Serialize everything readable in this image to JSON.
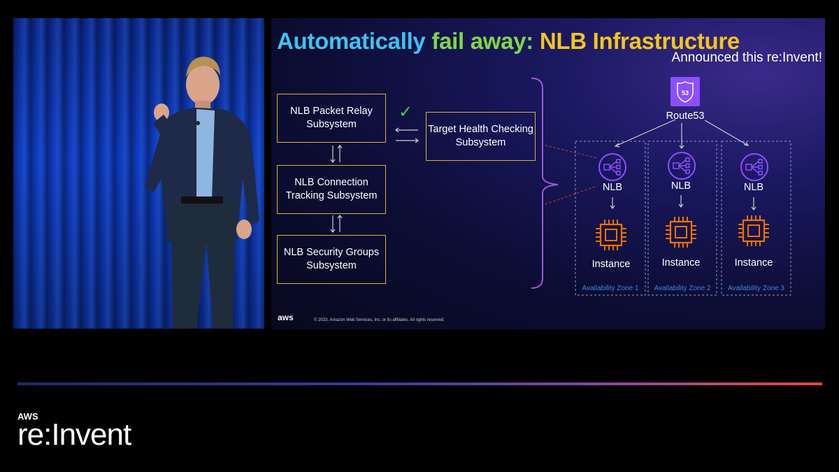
{
  "slide": {
    "title_part1": "Automatically",
    "title_part2": "fail away:",
    "title_part3": "NLB Infrastructure",
    "announcement": "Announced this re:Invent!",
    "boxes": {
      "packet_relay": "NLB Packet Relay Subsystem",
      "connection_tracking": "NLB Connection Tracking Subsystem",
      "security_groups": "NLB Security Groups Subsystem",
      "target_health": "Target Health Checking Subsystem"
    },
    "check_mark": "✓",
    "route53_label": "Route53",
    "route53_icon_text": "53",
    "zones": [
      {
        "nlb_label": "NLB",
        "instance_label": "Instance",
        "zone_label": "Availability Zone 1"
      },
      {
        "nlb_label": "NLB",
        "instance_label": "Instance",
        "zone_label": "Availability Zone 2"
      },
      {
        "nlb_label": "NLB",
        "instance_label": "Instance",
        "zone_label": "Availability Zone 3"
      }
    ],
    "footer_logo": "aws",
    "copyright": "© 2023, Amazon Web Services, Inc. or its affiliates. All rights reserved."
  },
  "branding": {
    "aws": "AWS",
    "reinvent": "re:Invent"
  },
  "colors": {
    "title_blue": "#3dc3f0",
    "title_green": "#7fd648",
    "title_yellow": "#f2c51d",
    "box_border": "#d8b23c",
    "nlb_purple": "#8c4fff",
    "instance_orange": "#ed7100",
    "zone_text": "#3d88e0",
    "check_green": "#3bd14a"
  }
}
